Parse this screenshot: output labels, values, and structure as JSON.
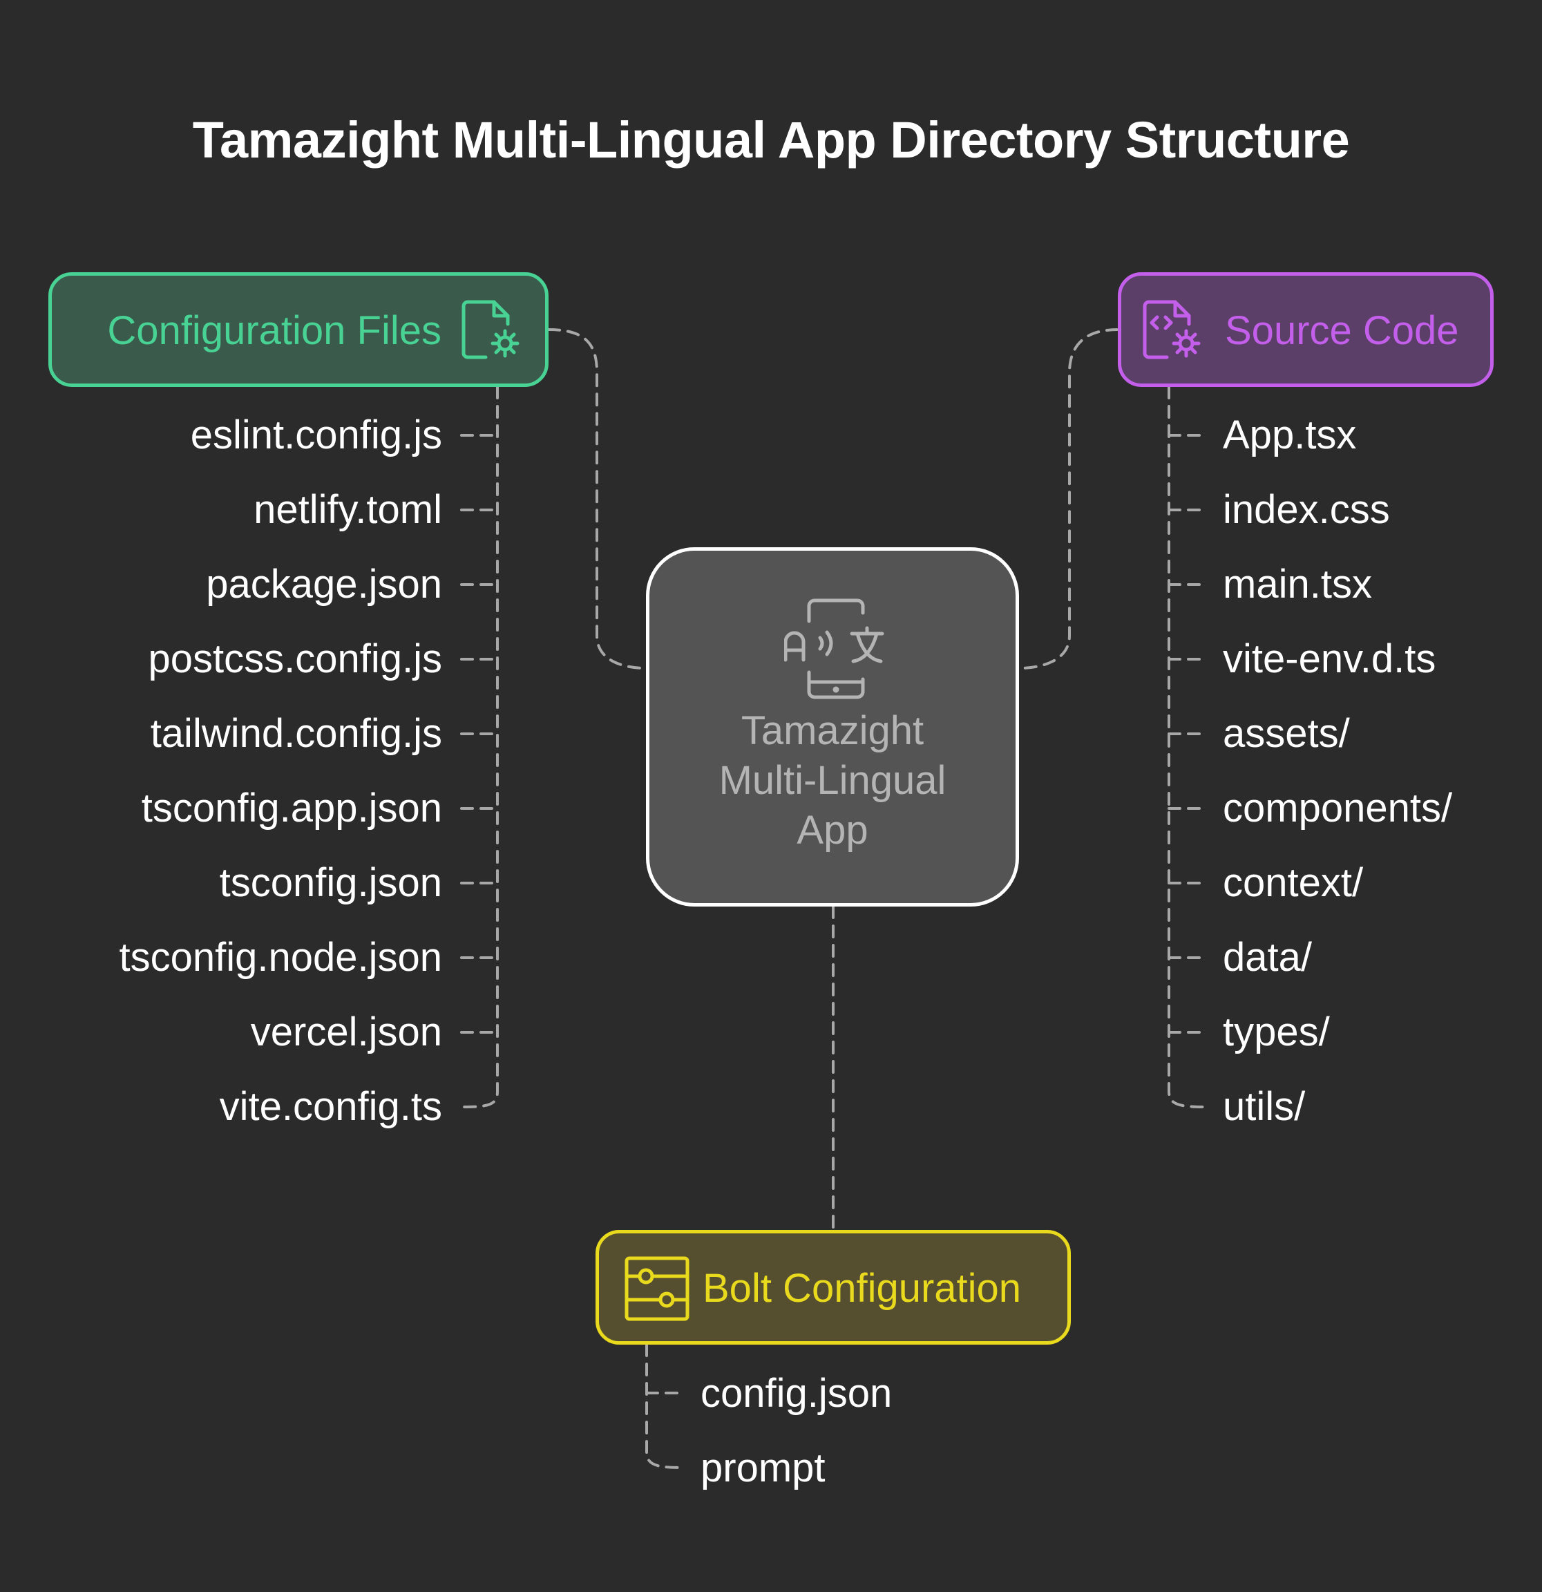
{
  "title": "Tamazight Multi-Lingual App Directory Structure",
  "center": {
    "label_lines": [
      "Tamazight",
      "Multi-Lingual",
      "App"
    ],
    "icon": "phone-translate-icon"
  },
  "groups": {
    "config": {
      "label": "Configuration Files",
      "icon": "file-gear-icon",
      "color": "#48d293",
      "items": [
        "eslint.config.js",
        "netlify.toml",
        "package.json",
        "postcss.config.js",
        "tailwind.config.js",
        "tsconfig.app.json",
        "tsconfig.json",
        "tsconfig.node.json",
        "vercel.json",
        "vite.config.ts"
      ]
    },
    "source": {
      "label": "Source Code",
      "icon": "code-file-gear-icon",
      "color": "#c35fea",
      "items": [
        "App.tsx",
        "index.css",
        "main.tsx",
        "vite-env.d.ts",
        "assets/",
        "components/",
        "context/",
        "data/",
        "types/",
        "utils/"
      ]
    },
    "bolt": {
      "label": "Bolt Configuration",
      "icon": "sliders-icon",
      "color": "#eada1d",
      "items": [
        "config.json",
        "prompt"
      ]
    }
  }
}
